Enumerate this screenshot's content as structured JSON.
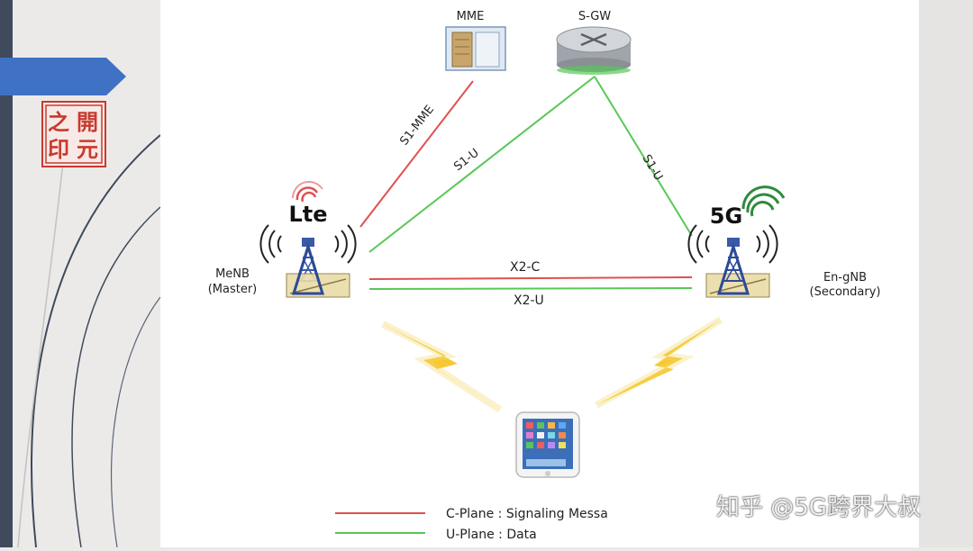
{
  "nodes": {
    "mme": "MME",
    "sgw": "S-GW",
    "menb_line1": "MeNB",
    "menb_line2": "(Master)",
    "engnb_line1": "En-gNB",
    "engnb_line2": "(Secondary)",
    "lte_logo": "Lte",
    "fiveg_logo": "5G"
  },
  "links": {
    "s1_mme": "S1-MME",
    "s1_u_left": "S1-U",
    "s1_u_right": "S1-U",
    "x2_c": "X2-C",
    "x2_u": "X2-U"
  },
  "legend": {
    "c_plane": "C-Plane : Signaling Messa",
    "u_plane": "U-Plane : Data"
  },
  "seal_text": [
    "之",
    "開",
    "印",
    "元"
  ],
  "watermark": "知乎 @5G跨界大叔",
  "colors": {
    "c_plane": "#e05050",
    "u_plane": "#58c858",
    "accent": "#3f72c4",
    "side": "#3f4a5c",
    "seal": "#c83a2f"
  }
}
